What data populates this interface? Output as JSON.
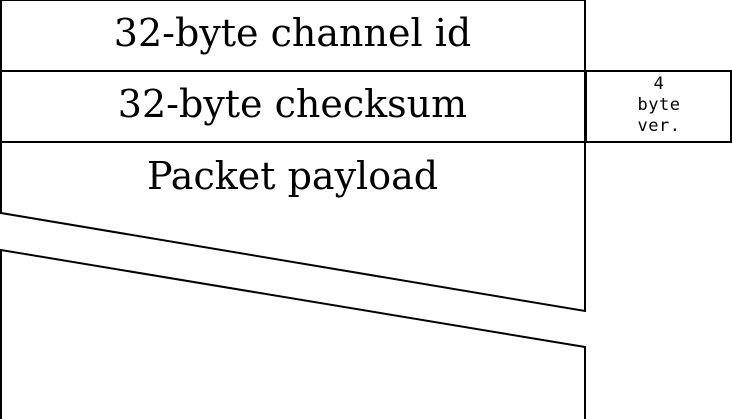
{
  "packet": {
    "channel_id_label": "32-byte channel id",
    "checksum_label": "32-byte checksum",
    "payload_label": "Packet payload",
    "version": {
      "line1": "4",
      "line2": "byte",
      "line3": "ver."
    }
  }
}
